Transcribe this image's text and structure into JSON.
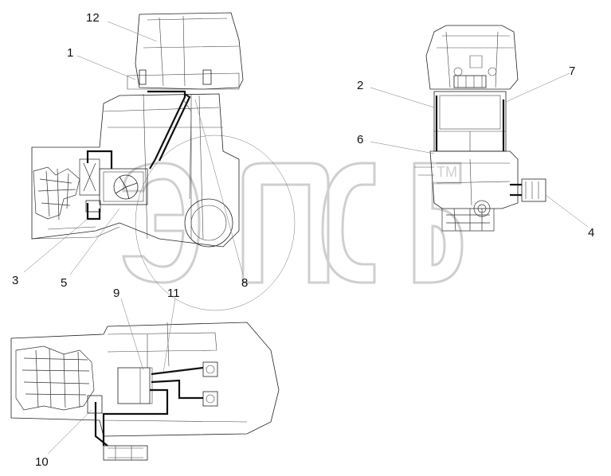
{
  "watermark": "эпсб",
  "trademark": "TM",
  "callouts": [
    {
      "id": "c1",
      "label": "1"
    },
    {
      "id": "c2",
      "label": "2"
    },
    {
      "id": "c3",
      "label": "3"
    },
    {
      "id": "c4",
      "label": "4"
    },
    {
      "id": "c5",
      "label": "5"
    },
    {
      "id": "c6",
      "label": "6"
    },
    {
      "id": "c7",
      "label": "7"
    },
    {
      "id": "c8",
      "label": "8"
    },
    {
      "id": "c9",
      "label": "9"
    },
    {
      "id": "c10",
      "label": "10"
    },
    {
      "id": "c11",
      "label": "11"
    },
    {
      "id": "c12",
      "label": "12"
    }
  ]
}
